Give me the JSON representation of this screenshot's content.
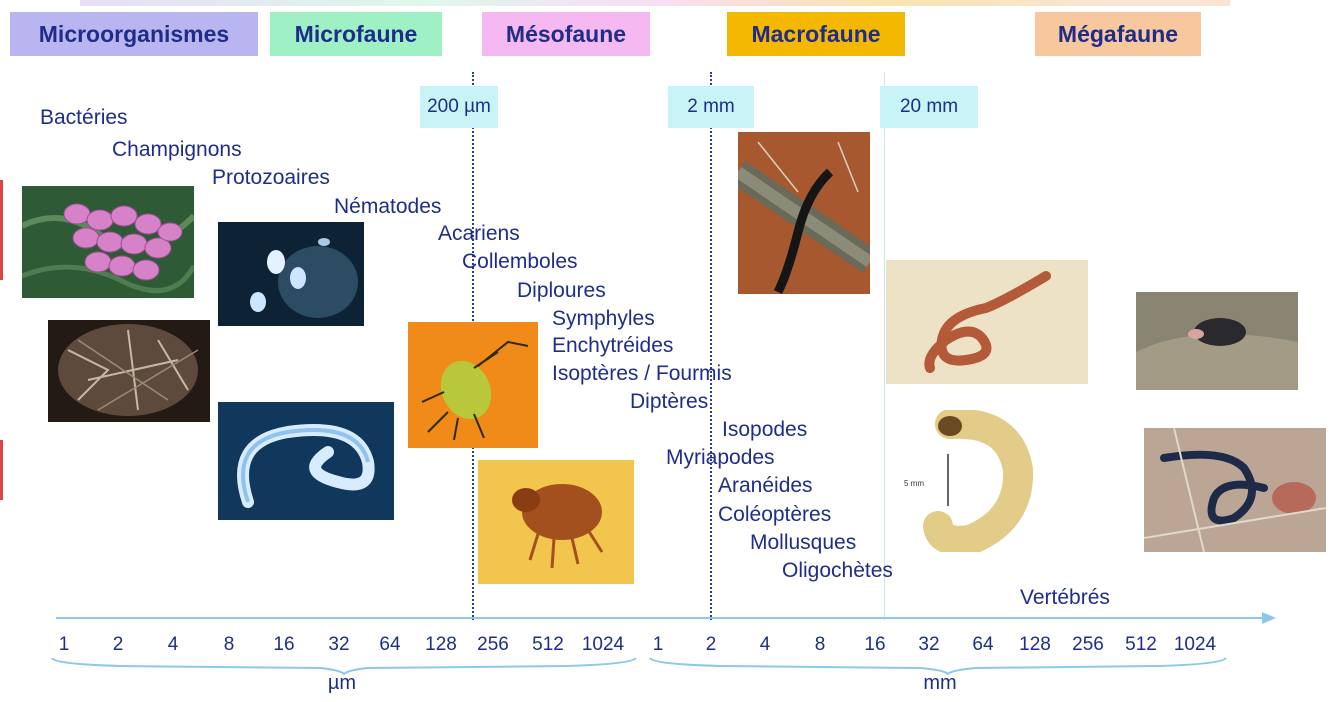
{
  "categories": [
    {
      "id": "microorganismes",
      "label": "Microorganismes"
    },
    {
      "id": "microfaune",
      "label": "Microfaune"
    },
    {
      "id": "mesofaune",
      "label": "Mésofaune"
    },
    {
      "id": "macrofaune",
      "label": "Macrofaune"
    },
    {
      "id": "megafaune",
      "label": "Mégafaune"
    }
  ],
  "thresholds": [
    "200 µm",
    "2 mm",
    "20 mm"
  ],
  "organisms": [
    "Bactéries",
    "Champignons",
    "Protozoaires",
    "Nématodes",
    "Acariens",
    "Collemboles",
    "Diploures",
    "Symphyles",
    "Enchytréides",
    "Isoptères / Fourmis",
    "Diptères",
    "Isopodes",
    "Myriapodes",
    "Aranéides",
    "Coléoptères",
    "Mollusques",
    "Oligochètes",
    "Vertébrés"
  ],
  "scale": {
    "um_ticks": [
      "1",
      "2",
      "4",
      "8",
      "16",
      "32",
      "64",
      "128",
      "256",
      "512",
      "1024"
    ],
    "mm_ticks": [
      "1",
      "2",
      "4",
      "8",
      "16",
      "32",
      "64",
      "128",
      "256",
      "512",
      "1024"
    ],
    "um_unit": "µm",
    "mm_unit": "mm"
  },
  "photos": [
    "bacteria",
    "protozoa",
    "fungi-soil",
    "nematode",
    "springtail",
    "mite",
    "millipede",
    "earthworm",
    "beetle-larva",
    "mole",
    "caecilian"
  ],
  "colors": {
    "text": "#1f2d8a",
    "axis": "#8cc8ea"
  }
}
